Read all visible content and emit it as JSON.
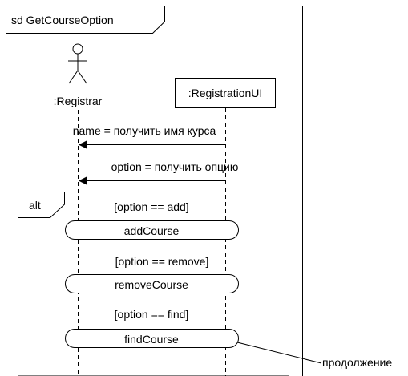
{
  "frame": {
    "label": "sd GetCourseOption"
  },
  "lifelines": {
    "registrar": {
      "label": ":Registrar"
    },
    "registration_ui": {
      "label": ":RegistrationUI"
    }
  },
  "messages": [
    {
      "label": "name = получить имя курса"
    },
    {
      "label": "option = получить опцию"
    }
  ],
  "alt_fragment": {
    "operator": "alt",
    "operands": [
      {
        "guard": "[option == add]",
        "reference": "addCourse"
      },
      {
        "guard": "[option == remove]",
        "reference": "removeCourse"
      },
      {
        "guard": "[option == find]",
        "reference": "findCourse"
      }
    ]
  },
  "continuation_note": {
    "label": "продолжение"
  }
}
